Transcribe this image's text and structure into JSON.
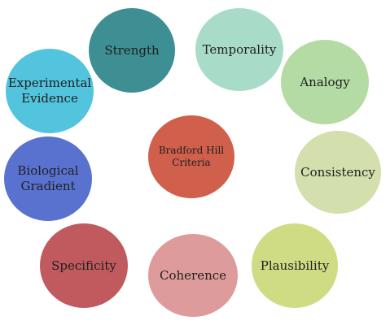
{
  "center": {
    "label": "Bradford Hill Criteria",
    "color": "#d0604c"
  },
  "criteria": [
    {
      "label": "Strength",
      "color": "#3d8f93"
    },
    {
      "label": "Temporality",
      "color": "#a9dcc8"
    },
    {
      "label": "Analogy",
      "color": "#b3dba3"
    },
    {
      "label": "Consistency",
      "color": "#d3dfad"
    },
    {
      "label": "Plausibility",
      "color": "#cfdc84"
    },
    {
      "label": "Coherence",
      "color": "#de9b9b"
    },
    {
      "label": "Specificity",
      "color": "#c05a5e"
    },
    {
      "label": "Biological Gradient",
      "color": "#5a72cf"
    },
    {
      "label": "Experimental Evidence",
      "color": "#52c4dd"
    }
  ]
}
